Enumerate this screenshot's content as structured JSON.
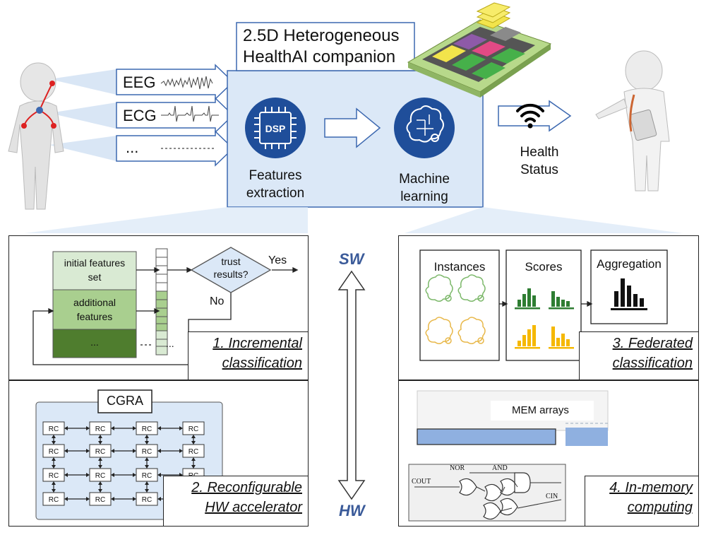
{
  "top": {
    "companion_title_line1": "2.5D Heterogeneous",
    "companion_title_line2": "HealthAI companion",
    "signals": [
      "EEG",
      "ECG",
      "..."
    ],
    "dsp_icon_label": "DSP",
    "features_line1": "Features",
    "features_line2": "extraction",
    "ml_line1": "Machine",
    "ml_line2": "learning",
    "health_line1": "Health",
    "health_line2": "Status"
  },
  "axis": {
    "sw": "SW",
    "hw": "HW"
  },
  "panel1": {
    "feature_box1_line1": "initial features",
    "feature_box1_line2": "set",
    "feature_box2_line1": "additional",
    "feature_box2_line2": "features",
    "feature_box3": "...",
    "dots_arrow": "...",
    "decision_line1": "trust",
    "decision_line2": "results?",
    "yes": "Yes",
    "no": "No",
    "caption_line1": "1. Incremental",
    "caption_line2": "classification"
  },
  "panel2": {
    "cgra_label": "CGRA",
    "cell_label": "RC",
    "caption_line1": "2. Reconfigurable",
    "caption_line2": "HW accelerator"
  },
  "panel3": {
    "instances": "Instances",
    "scores": "Scores",
    "aggregation": "Aggregation",
    "caption_line1": "3. Federated",
    "caption_line2": "classification"
  },
  "panel4": {
    "mem_label": "MEM arrays",
    "gate_nor": "NOR",
    "gate_and": "AND",
    "cout": "COUT",
    "cin": "CIN",
    "caption_line1": "4. In-memory",
    "caption_line2": "computing"
  },
  "colors": {
    "accent_blue": "#1f4e9a",
    "panel_blue": "#dbe8f7",
    "green_light": "#d9ead3",
    "green_mid": "#a9cf8f",
    "green_dark": "#4f7d2e",
    "bar_green": "#2e7d32",
    "bar_yellow": "#f5b800",
    "sw_hw": "#3a5a99"
  }
}
